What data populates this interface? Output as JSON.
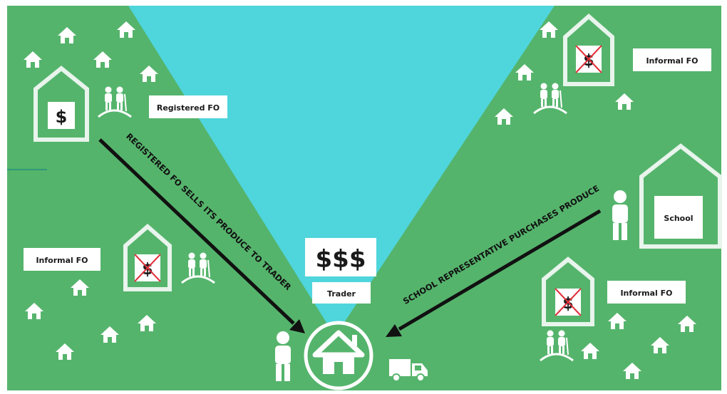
{
  "labels": {
    "registered_fo": "Registered FO",
    "informal_fo_top_right": "Informal FO",
    "informal_fo_left": "Informal FO",
    "informal_fo_bottom_right": "Informal FO",
    "school": "School",
    "trader": "Trader",
    "money": "$$$",
    "dollar": "$"
  },
  "arrows": {
    "left": "REGISTERED FO SELLS  ITS PRODUCE TO TRADER",
    "right": "SCHOOL REPRESENTATIVE PURCHASES PRODUCE"
  },
  "colors": {
    "field": "#55b46c",
    "funnel": "#4fd5dc",
    "outline": "#e8f4ec",
    "arrow": "#111111",
    "cross": "#e0303a"
  },
  "icons": {
    "house": "house-icon",
    "farmers": "farmers-icon",
    "person": "person-icon",
    "truck": "truck-icon"
  }
}
